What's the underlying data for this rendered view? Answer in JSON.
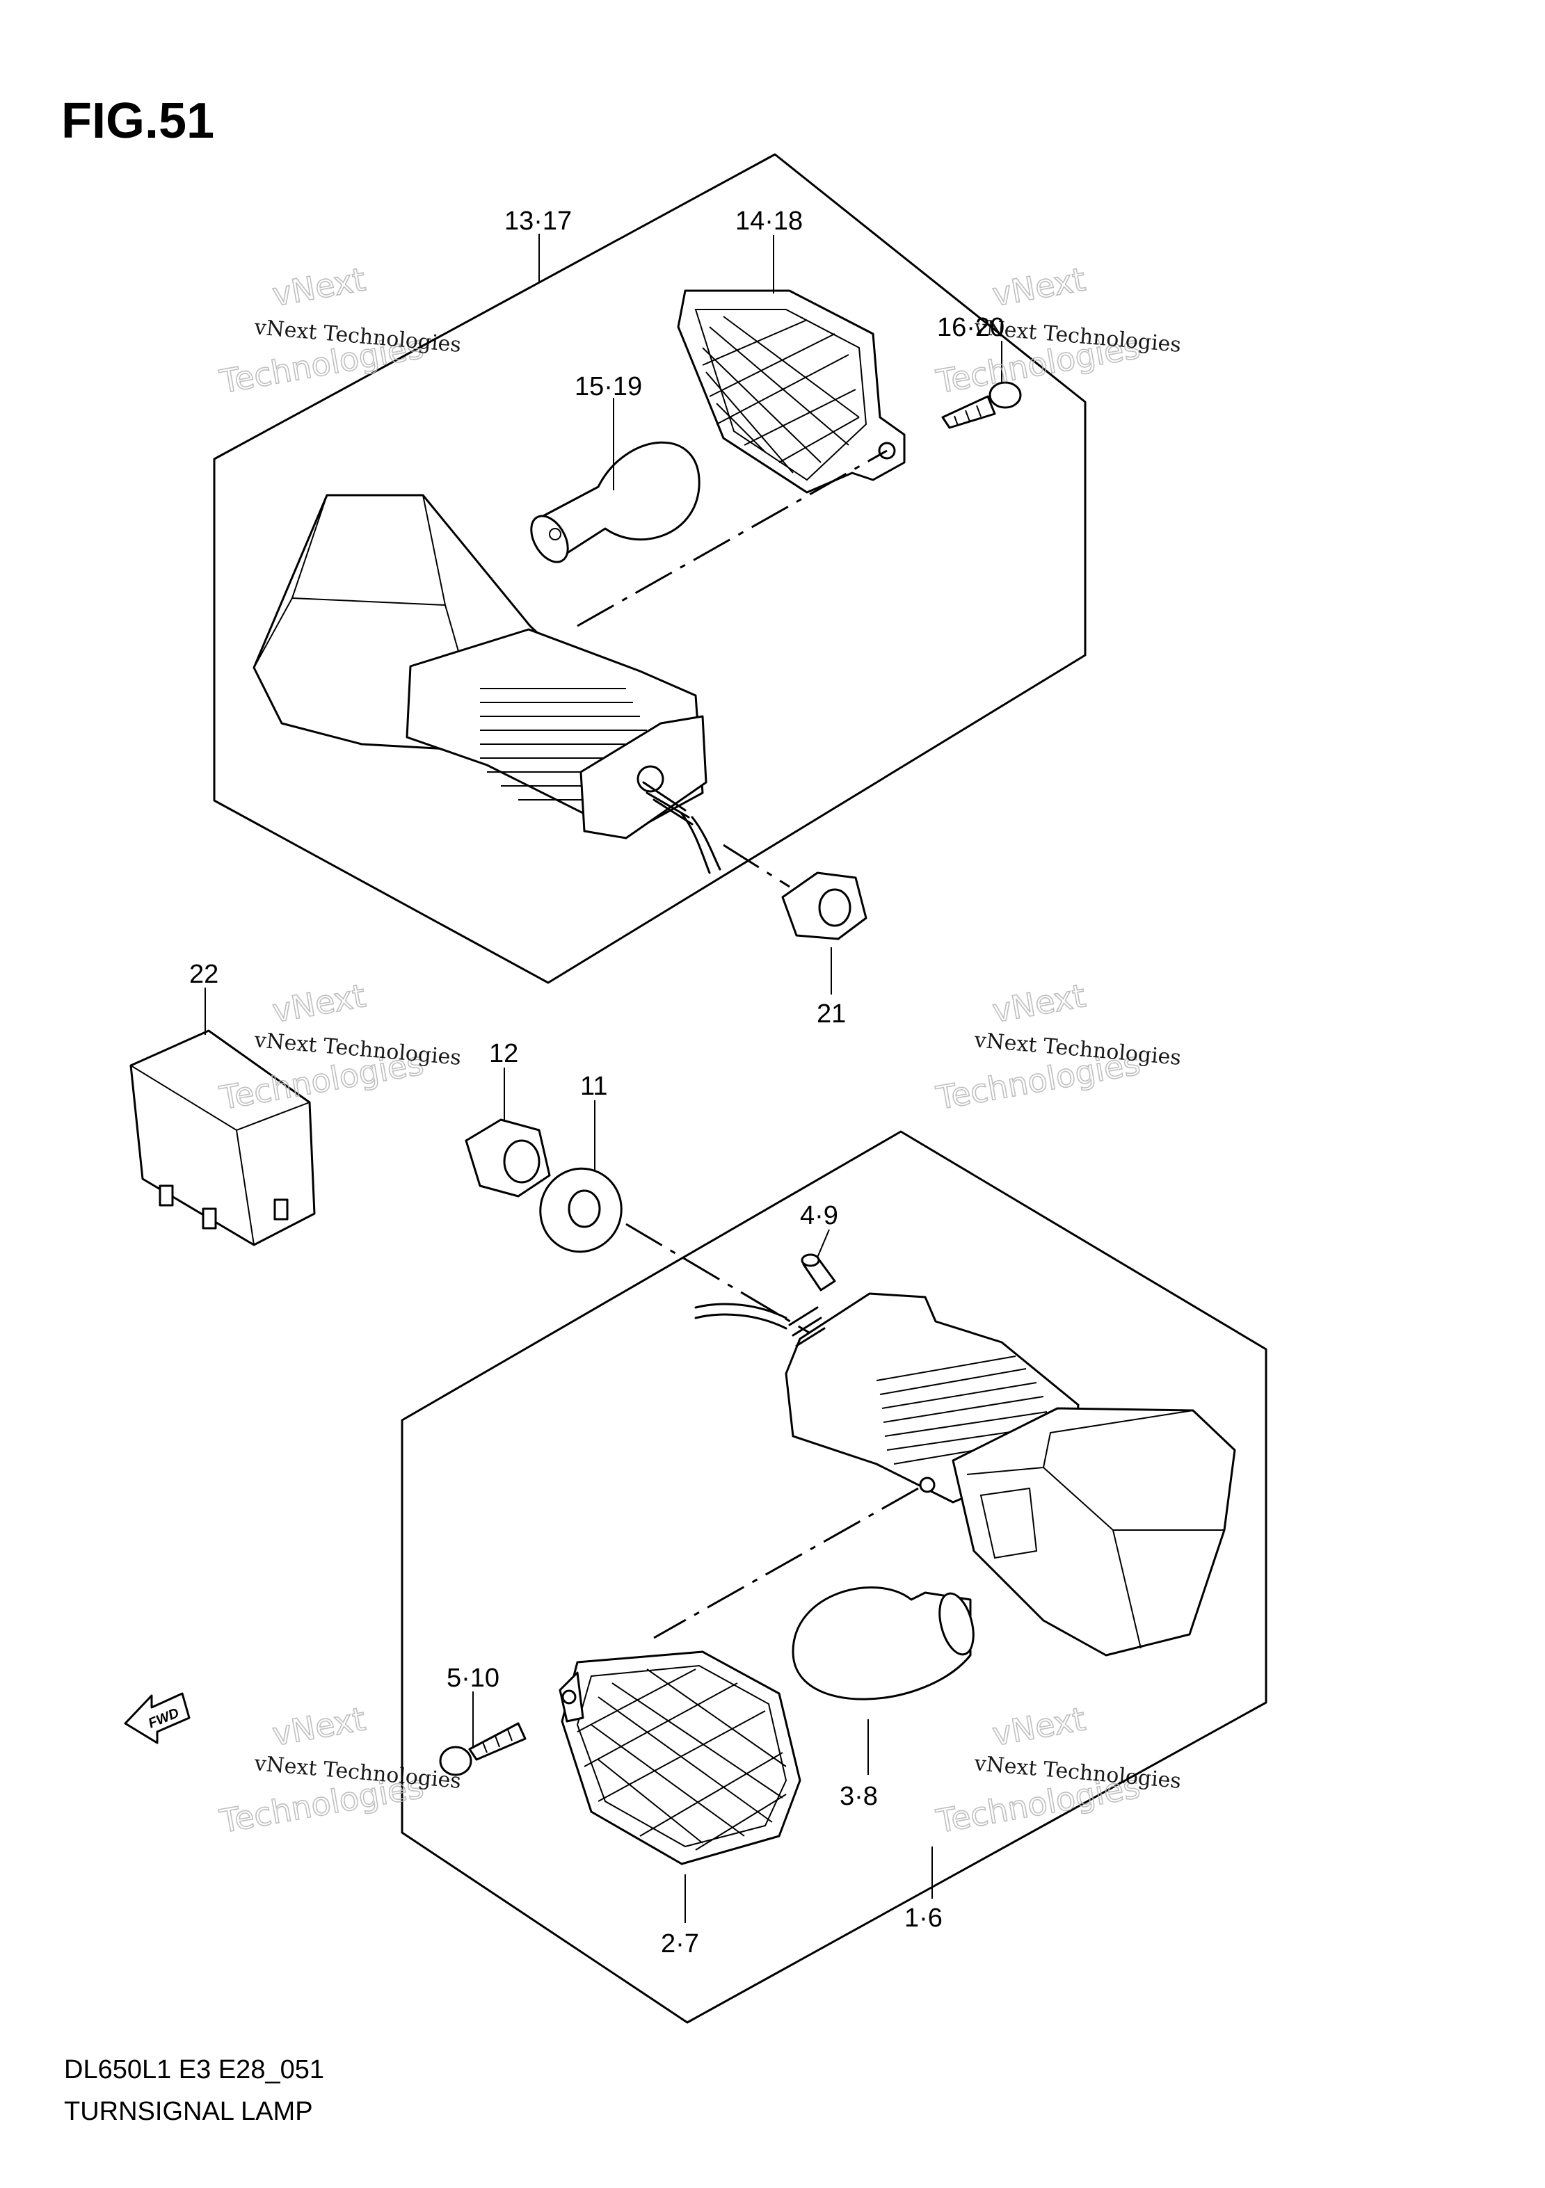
{
  "figure": {
    "title": "FIG.51",
    "model_code": "DL650L1 E3 E28_051",
    "caption": "TURNSIGNAL LAMP"
  },
  "callouts": {
    "c13_17": "13·17",
    "c14_18": "14·18",
    "c15_19": "15·19",
    "c16_20": "16·20",
    "c21": "21",
    "c22": "22",
    "c12": "12",
    "c11": "11",
    "c4_9": "4·9",
    "c5_10": "5·10",
    "c3_8": "3·8",
    "c2_7": "2·7",
    "c1_6": "1·6"
  },
  "fwd_arrow_label": "FWD",
  "watermark": {
    "line1": "vNext Technologies",
    "line2a": "vNext",
    "line2b": "Technologies"
  }
}
